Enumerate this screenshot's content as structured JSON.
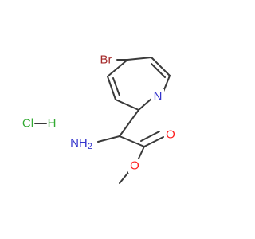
{
  "molecule": {
    "atoms": {
      "br": {
        "label": "Br",
        "color": "#a52a2a"
      },
      "n_ring": {
        "label": "N",
        "color": "#3333cc"
      },
      "amine": {
        "label": "NH",
        "sub": "2",
        "color": "#3333cc"
      },
      "o_carbonyl": {
        "label": "O",
        "color": "#ff2020"
      },
      "o_ester": {
        "label": "O",
        "color": "#ff2020"
      },
      "cl": {
        "label": "Cl",
        "color": "#33aa33"
      },
      "h": {
        "label": "H",
        "color": "#33aa33"
      }
    },
    "bond_color": "#3a3a3a"
  }
}
